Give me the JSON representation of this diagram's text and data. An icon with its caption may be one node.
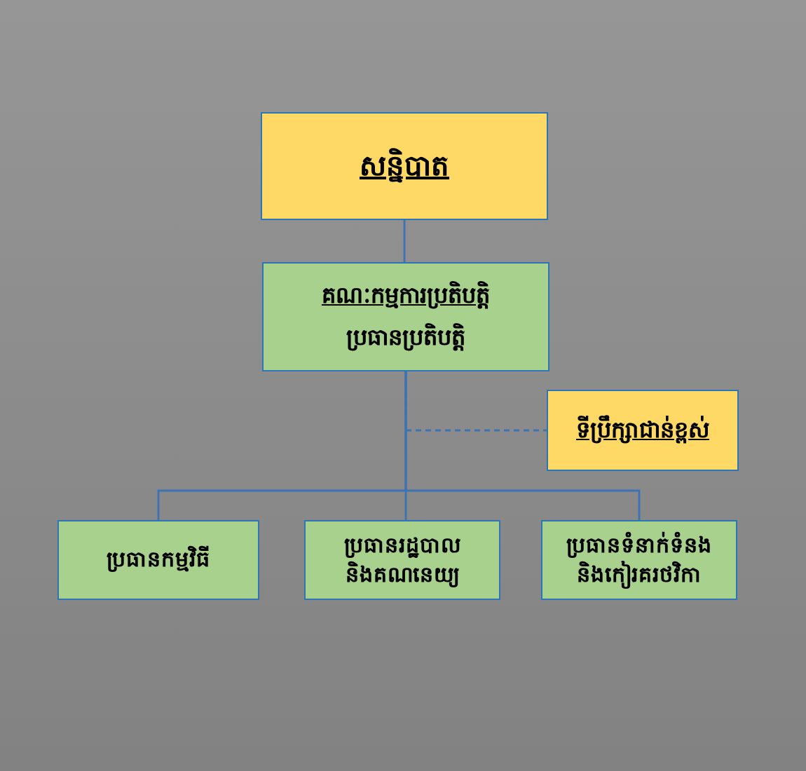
{
  "diagram": {
    "nodes": [
      {
        "text": [
          "សន្និបាត"
        ]
      },
      {
        "text": [
          "គណៈកម្មការប្រតិបត្តិ",
          "ប្រធានប្រតិបត្តិ"
        ]
      },
      {
        "text": [
          "ទីប្រឹក្សាជាន់ខ្ពស់"
        ]
      },
      {
        "text": [
          "ប្រធានកម្មវិធី"
        ]
      },
      {
        "text": [
          "ប្រធានរដ្ឋបាល និងគណនេយ្យ"
        ]
      },
      {
        "text": [
          "ប្រធានទំនាក់ទំនង និងកៀរគរថវិកា"
        ]
      }
    ],
    "edges": [
      {
        "from": 0,
        "to": 1,
        "arrow": "none"
      },
      {
        "from": 1,
        "to": 2,
        "arrow": "none",
        "style": "dashed"
      },
      {
        "from": 1,
        "to": 3,
        "arrow": "none"
      },
      {
        "from": 1,
        "to": 4,
        "arrow": "none"
      },
      {
        "from": 1,
        "to": 5,
        "arrow": "none"
      }
    ]
  }
}
